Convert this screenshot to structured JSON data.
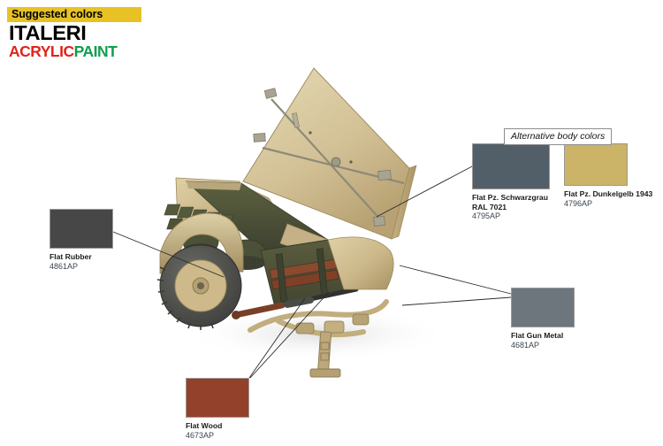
{
  "brand": {
    "banner_text": "Suggested colors",
    "company": "ITALERI",
    "product_line_part1": "ACRYLIC",
    "product_line_part2": "PAINT",
    "banner_bg": "#e8c225",
    "red": "#e2231a",
    "green": "#0f9e4e"
  },
  "callout": {
    "alternative_body_colors": "Alternative body colors"
  },
  "swatches": [
    {
      "id": "flat-rubber",
      "name": "Flat Rubber",
      "code": "4861AP",
      "color": "#474747"
    },
    {
      "id": "flat-pz-schwarzgrau",
      "name": "Flat Pz. Schwarzgrau",
      "name_line2": "RAL 7021",
      "code": "4795AP",
      "color": "#535f68"
    },
    {
      "id": "flat-pz-dunkelgelb-1943",
      "name": "Flat Pz. Dunkelgelb 1943",
      "code": "4796AP",
      "color": "#cbb367"
    },
    {
      "id": "flat-gun-metal",
      "name": "Flat Gun Metal",
      "code": "4681AP",
      "color": "#6e767d"
    },
    {
      "id": "flat-wood",
      "name": "Flat Wood",
      "code": "4673AP",
      "color": "#93412a"
    }
  ],
  "photo": {
    "subject": "german-kettenkrad-trailer-model-kit",
    "body_color": "#cdb98a",
    "body_shadow": "#a8935f",
    "interior_green": "#4f5338",
    "tire_color": "#4b4b4b",
    "metal_color": "#3b4034"
  }
}
